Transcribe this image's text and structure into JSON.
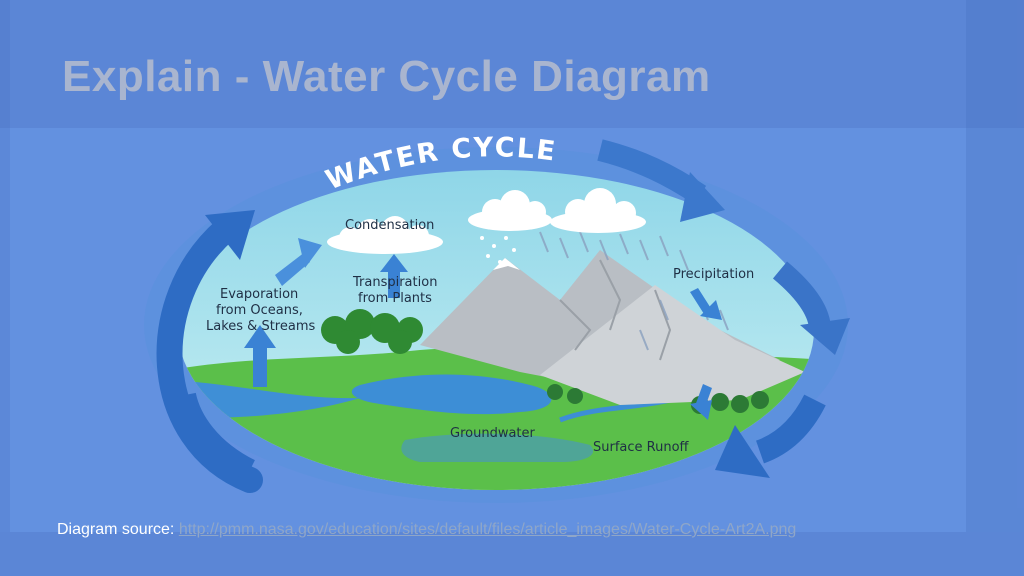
{
  "slide": {
    "title": "Explain - Water Cycle Diagram"
  },
  "diagram": {
    "banner": "WATER CYCLE",
    "labels": {
      "condensation": "Condensation",
      "transpiration_line1": "Transpiration",
      "transpiration_line2": "from Plants",
      "evaporation_line1": "Evaporation",
      "evaporation_line2": "from Oceans,",
      "evaporation_line3": "Lakes & Streams",
      "precipitation": "Precipitation",
      "groundwater": "Groundwater",
      "surface_runoff": "Surface Runoff"
    }
  },
  "footer": {
    "prefix": "Diagram source: ",
    "link_text": "http://pmm.nasa.gov/education/sites/default/files/article_images/Water-Cycle-Art2A.png"
  },
  "colors": {
    "background": "#6391e0",
    "sky": "#a9e3ee",
    "land": "#5bbf4a",
    "water": "#3f8fd6",
    "arrow": "#2e6cc4",
    "mountain": "#c7cbd0"
  }
}
